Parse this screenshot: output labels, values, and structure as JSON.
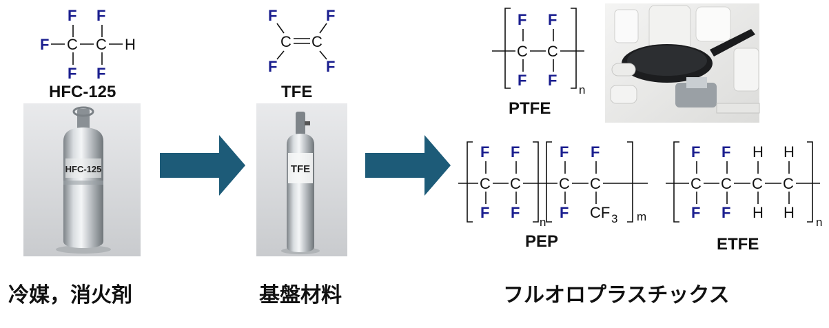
{
  "hfc125": {
    "name": "HFC-125",
    "F": "F",
    "C": "C",
    "H": "H",
    "cylinder_label": "HFC-125"
  },
  "tfe": {
    "name": "TFE",
    "F": "F",
    "C": "C",
    "cylinder_label": "TFE"
  },
  "ptfe": {
    "name": "PTFE",
    "F": "F",
    "C": "C",
    "n": "n"
  },
  "pep": {
    "name": "PEP",
    "F": "F",
    "C": "C",
    "cf3": "CF",
    "three": "3",
    "n": "n",
    "m": "m"
  },
  "etfe": {
    "name": "ETFE",
    "F": "F",
    "C": "C",
    "H": "H",
    "n": "n"
  },
  "captions": {
    "left": "冷媒，消火剤",
    "middle": "基盤材料",
    "right": "フルオロプラスチックス"
  },
  "colors": {
    "fluorine": "#1b1f8f",
    "arrow": "#1d5b78",
    "cylinder": "#b9bec3"
  },
  "icons": [
    "gas-cylinder-hfc125",
    "gas-cylinder-tfe",
    "arrow-right",
    "fluoropolymer-products-photo"
  ]
}
